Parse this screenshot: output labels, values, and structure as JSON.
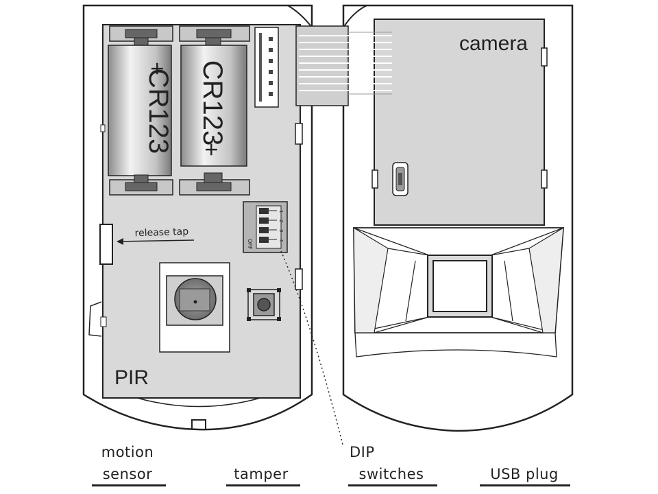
{
  "diagram": {
    "left_unit": {
      "battery_1": {
        "label": "CR123",
        "polarity": "+"
      },
      "battery_2": {
        "label": "CR123",
        "polarity": "+"
      },
      "release_tap_label": "release tap",
      "dip_markings": [
        "OFF",
        "1",
        "2",
        "3",
        "4"
      ],
      "pir_label": "PIR"
    },
    "right_unit": {
      "camera_label": "camera"
    },
    "callouts": [
      {
        "lines": [
          "motion",
          "sensor"
        ]
      },
      {
        "lines": [
          "tamper"
        ]
      },
      {
        "lines": [
          "DIP",
          "switches"
        ]
      },
      {
        "lines": [
          "USB plug"
        ]
      }
    ],
    "colors": {
      "line": "#222222",
      "board": "#d9d9d9",
      "panel": "#d6d6d6",
      "housing": "#ffffff"
    }
  }
}
